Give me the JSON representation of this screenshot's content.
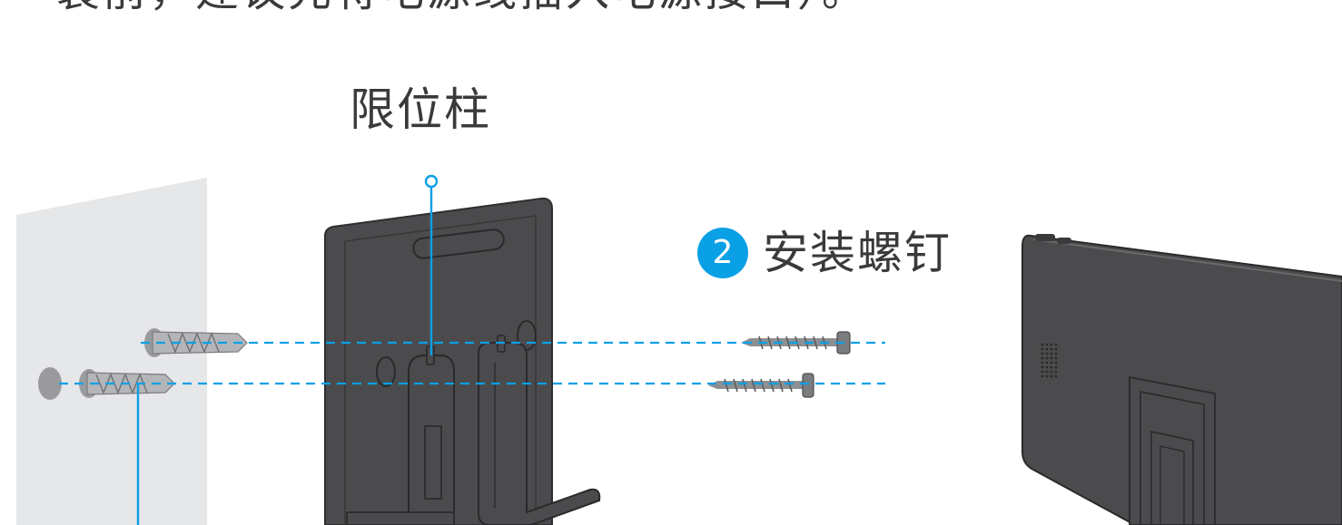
{
  "texts": {
    "top_line": "装前，建议先将电源线插入电源接口）。",
    "post_label": "限位柱",
    "step_number": "2",
    "step_label": "安装螺钉"
  },
  "colors": {
    "accent": "#0aa0e6",
    "bracket": "#4a4a4c",
    "wall": "#e6e7e9",
    "text": "#3a3a3a"
  }
}
